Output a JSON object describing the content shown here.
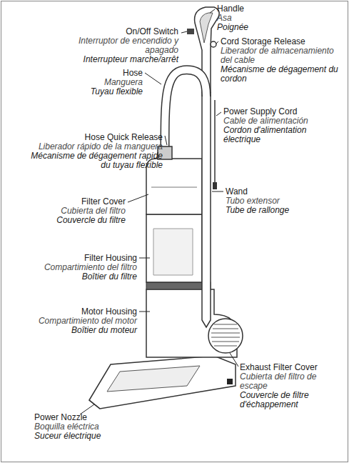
{
  "diagram": {
    "labels": [
      "On/Off Switch",
      "Interruptor de encendido y apagado",
      "Interrupteur marche/arrêt",
      "Handle",
      "Asa",
      "Poignée",
      "Cord Storage Release",
      "Liberador de almacenamiento del cable",
      "Mécanisme de dégagement du cordon",
      "Hose",
      "Manguera",
      "Tuyau flexible",
      "Power Supply Cord",
      "Cable de alimentación",
      "Cordon d'alimentation électrique",
      "Hose Quick Release",
      "Liberador rápido de la manguera",
      "Mécanisme de dégagement rapide du tuyau flexible",
      "Wand",
      "Tubo extensor",
      "Tube de rallonge",
      "Filter Cover",
      "Cubierta del filtro",
      "Couvercle du filtre",
      "Filter Housing",
      "Compartimiento del filtro",
      "Boîtier du filtre",
      "Motor Housing",
      "Compartimiento del motor",
      "Boîtier du moteur",
      "Exhaust Filter Cover",
      "Cubierta del filtro de escape",
      "Couvercle de filtre d'échappement",
      "Power Nozzle",
      "Boquilla eléctrica",
      "Suceur électrique"
    ]
  }
}
